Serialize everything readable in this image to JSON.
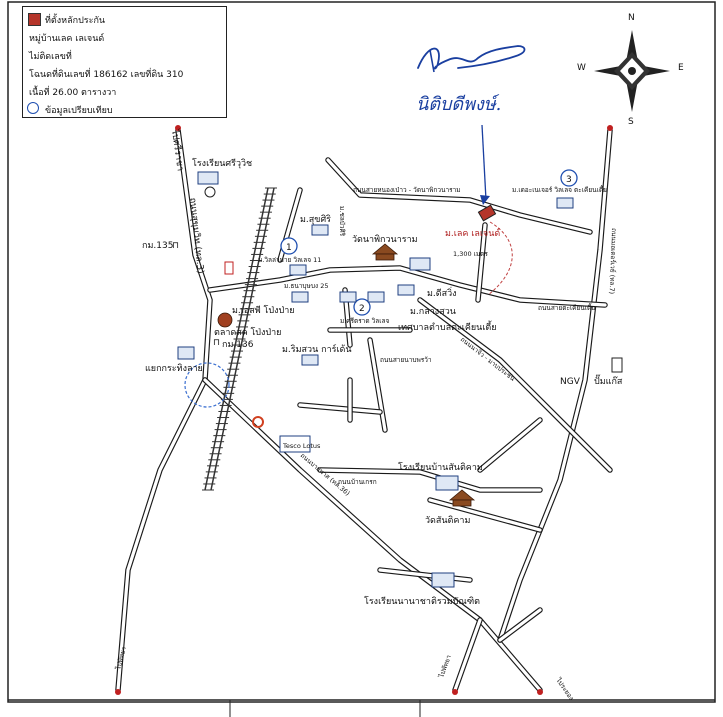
{
  "legend": {
    "site_marker": "ที่ตั้งหลักประกัน",
    "project": "หมู่บ้านเลค เลเจนด์",
    "house_no": "ไม่ติดเลขที่",
    "deed": "โฉนดที่ดินเลขที่ 186162 เลขที่ดิน 310",
    "area": "เนื้อที่ 26.00 ตารางวา",
    "comparable": "ข้อมูลเปรียบเทียบ"
  },
  "compass": {
    "n": "N",
    "s": "S",
    "e": "E",
    "w": "W"
  },
  "signature_text": "นิติบดีพงษ์.",
  "labels": {
    "to_sriracha": "ไปศรีราชา",
    "road_sukhumvit_3": "ถนนสุขุมวิท (ทล.3)",
    "school_sriuthit": "โรงเรียนศรีวุวิช",
    "km135": "กม.135",
    "km136": "กม.136",
    "mb_sukhsiri": "ม.สุขศิริ",
    "mb_chonbuasiri": "ม.ชลบัวศิริ",
    "mb_wanmai_11": "ม.วิลล่ามาย วิลเลจ 11",
    "mb_25": "ม.ธนาบุษบง 25",
    "mb_sp_pongpai": "ม.เอสพี โป่งป่าย",
    "market_pongpai": "ตลาดสด โป่งป่าย",
    "intersection_thungkhwai": "แยกกระทิงลาย",
    "wat_phasuk": "วัดนาพิกวนาราม",
    "mb_lake_legend": "ม.เลค เลเจนด์",
    "distance": "1,300 เมตร",
    "mb_3_name": "ม.เดอะเนเจอร์ วิลเลจ ตะเคียนเตี้ย",
    "road_sangkhamitr": "ถนนสายหนองเป่าว - วัดนาพิกวนาราม",
    "mb_klangsuan": "ม.กลางสวน",
    "mb_dsiwing": "ม.ดีสวิ่ง",
    "mb_sritrad": "ม.ศรีตราด วิลเลจ",
    "tessaban": "เทศบาลตำบลตะเคียนเตี้ย",
    "road_takhian_tia": "ถนนสายตะเคียนเตี้ย",
    "road_pattaya_nua": "ถนนสายนาบพรว้า",
    "mb_rimsuan": "ม.ริมสวน การ์เด้น",
    "road_kanlapaphruek": "ถนนนาจิ่ว - มาบประชัน",
    "ngv": "NGV",
    "gas_station": "ปั๊มแก๊ส",
    "road_7": "ถนนมอเตอร์เวย์ (ทล.7)",
    "tesco": "Tesco Lotus",
    "road_36": "ถนนบายพาส (ทล.36)",
    "road_ban_nakluea": "ถนนบ้านเกรก",
    "school_nongyai": "โรงเรียนบ้านสันติคาม",
    "wat_santikam": "วัดสันติคาม",
    "school_nanachat": "โรงเรียนนานาชาติรวมบัณฑิต",
    "to_pattaya": "ไปพัทยา",
    "to_pattaya2": "ไปพัทยา",
    "to_rayong": "ไประยอง",
    "num1": "1",
    "num2": "2",
    "num3": "3"
  }
}
